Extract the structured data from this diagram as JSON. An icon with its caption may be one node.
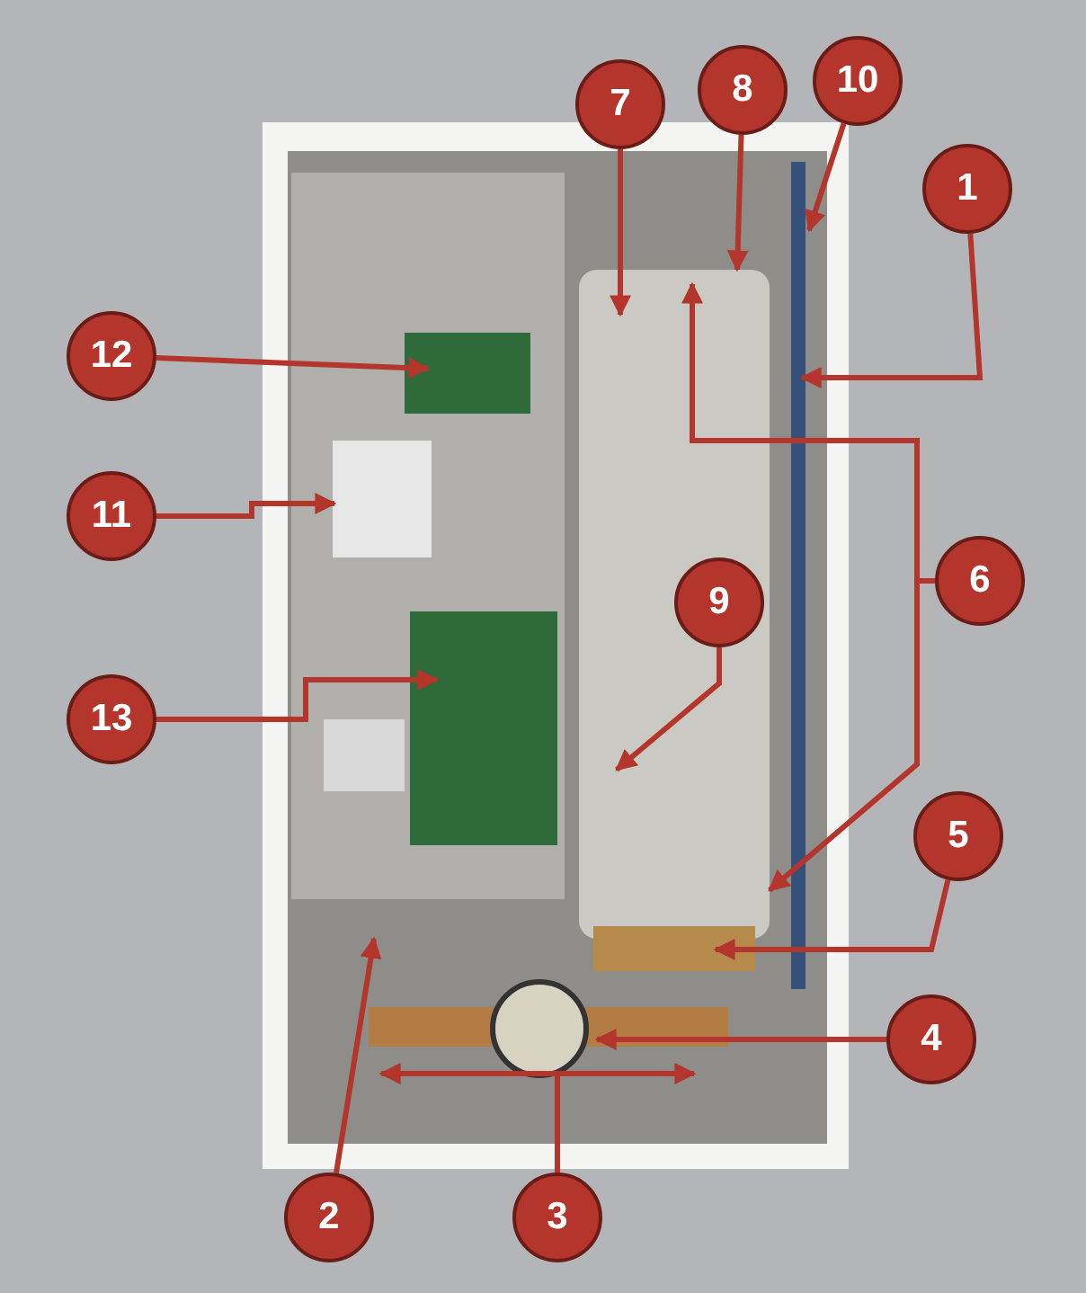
{
  "diagram": {
    "nodes": [
      {
        "text": [
          "7"
        ]
      },
      {
        "text": [
          "8"
        ]
      },
      {
        "text": [
          "10"
        ]
      },
      {
        "text": [
          "1"
        ]
      },
      {
        "text": [
          "12"
        ]
      },
      {
        "text": [
          "11"
        ]
      },
      {
        "text": [
          "6"
        ]
      },
      {
        "text": [
          "9"
        ]
      },
      {
        "text": [
          "13"
        ]
      },
      {
        "text": [
          "5"
        ]
      },
      {
        "text": [
          "4"
        ]
      },
      {
        "text": [
          "2"
        ]
      },
      {
        "text": [
          "3"
        ]
      }
    ],
    "edges": [
      {
        "from": 0,
        "to": null,
        "arrow": "to"
      },
      {
        "from": 1,
        "to": null,
        "arrow": "to"
      },
      {
        "from": 2,
        "to": null,
        "arrow": "to"
      },
      {
        "from": 3,
        "to": null,
        "arrow": "to"
      },
      {
        "from": 4,
        "to": null,
        "arrow": "to"
      },
      {
        "from": 5,
        "to": null,
        "arrow": "to"
      },
      {
        "from": 6,
        "to": null,
        "arrow": "to"
      },
      {
        "from": 6,
        "to": null,
        "arrow": "to"
      },
      {
        "from": 7,
        "to": null,
        "arrow": "to"
      },
      {
        "from": 8,
        "to": null,
        "arrow": "to"
      },
      {
        "from": 9,
        "to": null,
        "arrow": "to"
      },
      {
        "from": 10,
        "to": null,
        "arrow": "to"
      },
      {
        "from": 11,
        "to": null,
        "arrow": "to"
      },
      {
        "from": 12,
        "to": null,
        "arrow": "to"
      },
      {
        "from": 12,
        "to": null,
        "arrow": "to"
      }
    ]
  }
}
